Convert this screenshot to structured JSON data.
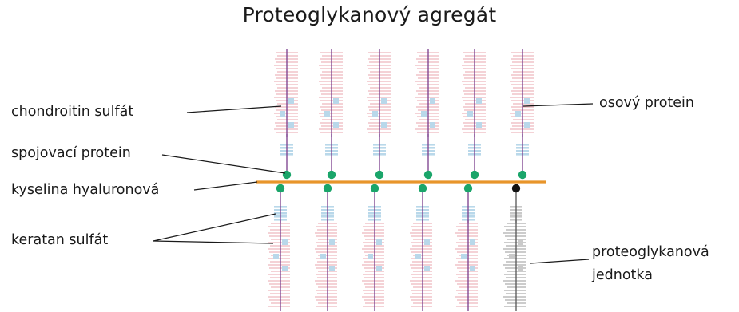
{
  "title": "Proteoglykanový agregát",
  "labels": {
    "chondroitin": "chondroitin sulfát",
    "spojovaci": "spojovací protein",
    "kyselina": "kyselina hyaluronová",
    "keratan": "keratan sulfát",
    "osovy": "osový protein",
    "unit_line1": "proteoglykanová",
    "unit_line2": "jednotka"
  },
  "colors": {
    "hyaluronan": "#e8952a",
    "link_protein": "#1aa56a",
    "core_protein": "#7a3c8c",
    "chondroitin": "#e8a4ae",
    "keratan": "#b9d8ea",
    "highlight_unit": "#9a9a9a",
    "highlight_node": "#111111"
  }
}
